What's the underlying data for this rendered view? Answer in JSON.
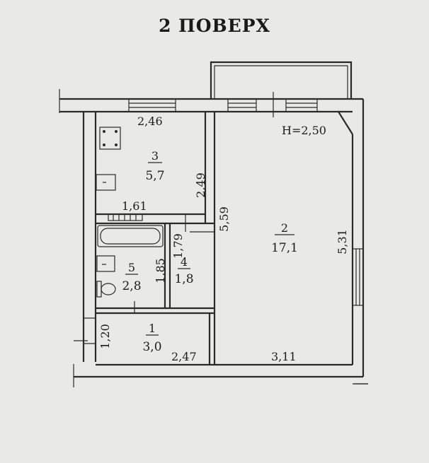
{
  "title": "2 ПОВЕРХ",
  "height_label": "Н=2,50",
  "rooms": [
    {
      "id": "1",
      "area": "3,0"
    },
    {
      "id": "2",
      "area": "17,1"
    },
    {
      "id": "3",
      "area": "5,7"
    },
    {
      "id": "4",
      "area": "1,8"
    },
    {
      "id": "5",
      "area": "2,8"
    }
  ],
  "dimensions": [
    "2,46",
    "2,49",
    "1,61",
    "5,59",
    "1,79",
    "1,85",
    "5,31",
    "1,20",
    "2,47",
    "3,11"
  ]
}
